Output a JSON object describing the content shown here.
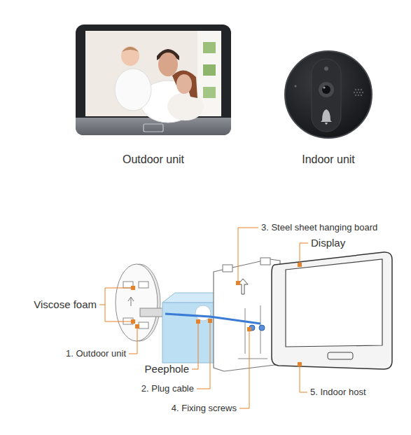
{
  "diagram": {
    "labels": [
      "Outdoor unit",
      "Indoor unit",
      "3. Steel sheet hanging board",
      "Display",
      "Viscose foam",
      "1. Outdoor unit",
      "Peephole",
      "2. Plug cable",
      "4. Fixing screws",
      "5. Indoor host"
    ]
  }
}
